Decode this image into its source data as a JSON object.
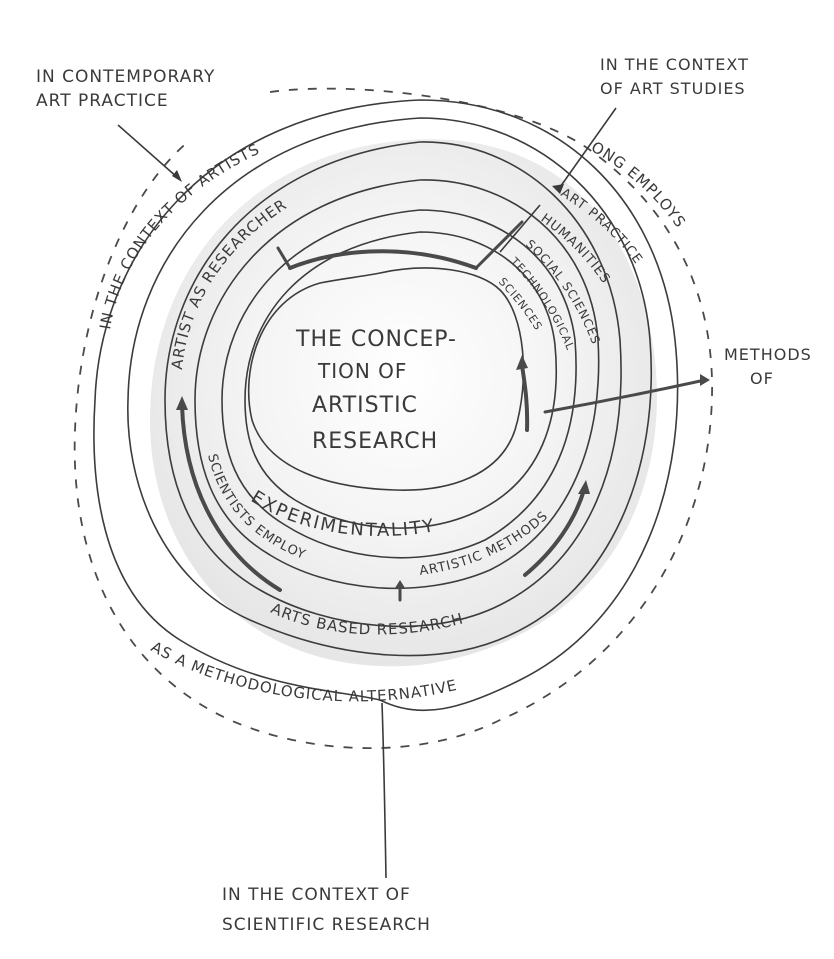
{
  "diagram": {
    "center": {
      "lines": [
        "THE CONCEP-",
        "TION OF",
        "ARTISTIC",
        "RESEARCH"
      ]
    },
    "rings": {
      "context_of_artists": "IN THE CONTEXT OF ARTISTS",
      "artist_as_researcher": "ARTIST AS RESEARCHER",
      "experimentality": "EXPERIMENTALITY",
      "scientists_employ": "SCIENTISTS EMPLOY",
      "artistic_methods": "ARTISTIC METHODS",
      "arts_based_research": "ARTS BASED RESEARCH",
      "methodological_alternative": "AS A METHODOLOGICAL ALTERNATIVE",
      "one_employs": "ONG EMPLOYS",
      "art_practice": "ART PRACTICE",
      "humanities": "HUMANITIES",
      "social_sciences": "SOCIAL SCIENCES",
      "technological": "TECHNOLOGICAL",
      "sciences": "SCIENCES"
    },
    "outer_labels": {
      "contemporary_art_practice": [
        "IN CONTEMPORARY",
        "ART PRACTICE"
      ],
      "art_studies": [
        "IN THE CONTEXT",
        "OF ART STUDIES"
      ],
      "methods_of": [
        "METHODS",
        "OF"
      ],
      "scientific_research": [
        "IN THE CONTEXT OF",
        "SCIENTIFIC RESEARCH"
      ]
    },
    "colors": {
      "ink": "#3a3a3a",
      "paper": "#ffffff",
      "shade": "#ececec"
    }
  }
}
